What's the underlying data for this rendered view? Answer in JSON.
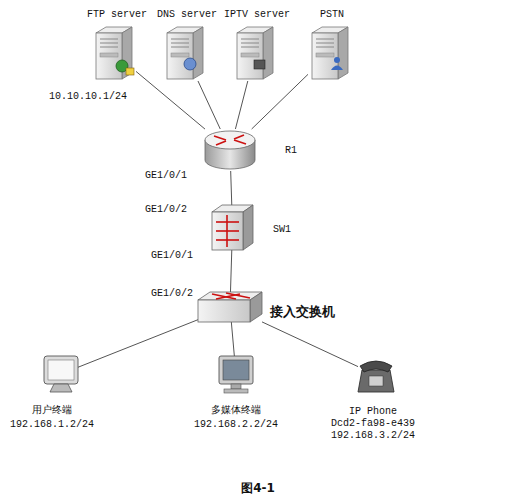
{
  "diagram": {
    "caption": "图4-1",
    "nodes": [
      {
        "text": [
          "FTP server",
          "10.10.10.1/24"
        ]
      },
      {
        "text": [
          "DNS server"
        ]
      },
      {
        "text": [
          "IPTV server"
        ]
      },
      {
        "text": [
          "PSTN"
        ]
      },
      {
        "text": [
          "R1"
        ]
      },
      {
        "text": [
          "SW1"
        ]
      },
      {
        "text": [
          "接入交换机"
        ]
      },
      {
        "text": [
          "用户终端",
          "192.168.1.2/24"
        ]
      },
      {
        "text": [
          "多媒体终端",
          "192.168.2.2/24"
        ]
      },
      {
        "text": [
          "IP Phone",
          "Dcd2-fa98-e439",
          "192.168.3.2/24"
        ]
      }
    ],
    "edges": [
      {
        "from": 0,
        "to": 4,
        "arrow": "none"
      },
      {
        "from": 1,
        "to": 4,
        "arrow": "none"
      },
      {
        "from": 2,
        "to": 4,
        "arrow": "none"
      },
      {
        "from": 3,
        "to": 4,
        "arrow": "none"
      },
      {
        "from": 4,
        "to": 5,
        "arrow": "none"
      },
      {
        "from": 5,
        "to": 6,
        "arrow": "none"
      },
      {
        "from": 6,
        "to": 7,
        "arrow": "none"
      },
      {
        "from": 6,
        "to": 8,
        "arrow": "none"
      },
      {
        "from": 6,
        "to": 9,
        "arrow": "none"
      }
    ],
    "labels": [
      "GE1/0/1",
      "GE1/0/2",
      "GE1/0/1",
      "GE1/0/2"
    ]
  }
}
